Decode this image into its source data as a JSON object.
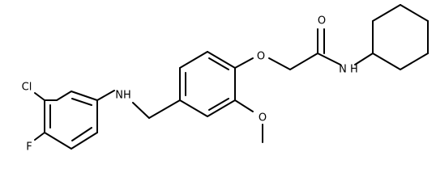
{
  "molecule": {
    "atoms": {
      "cl": "Cl",
      "f": "F",
      "nh_amine": "NH",
      "o_ether": "O",
      "o_methoxy": "O",
      "o_carbonyl": "O",
      "nh_amide": "N H"
    }
  }
}
